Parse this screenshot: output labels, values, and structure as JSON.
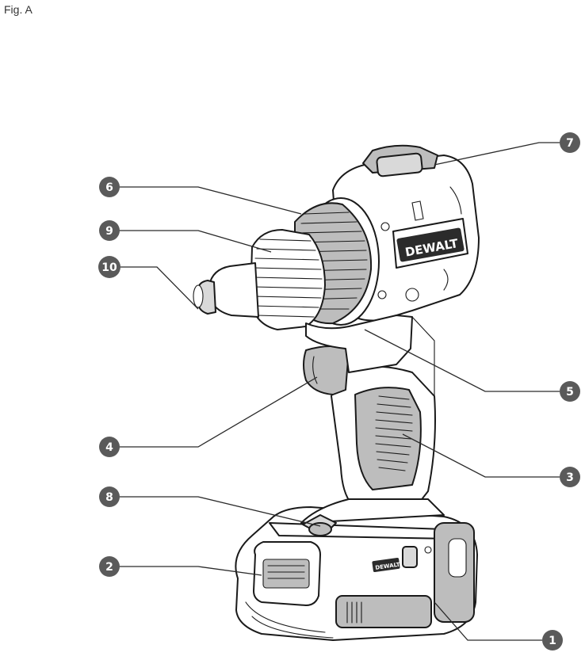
{
  "figure": {
    "caption": "Fig. A"
  },
  "callouts": [
    {
      "number": "1"
    },
    {
      "number": "2"
    },
    {
      "number": "3"
    },
    {
      "number": "4"
    },
    {
      "number": "5"
    },
    {
      "number": "6"
    },
    {
      "number": "7"
    },
    {
      "number": "8"
    },
    {
      "number": "9"
    },
    {
      "number": "10"
    }
  ],
  "tool": {
    "brand_label": "DEWALT",
    "battery_label": "DEWALT"
  },
  "colors": {
    "callout_fill": "#5a5a5a",
    "line_art": "#1a1a1a",
    "label_text": "#ffffff"
  }
}
